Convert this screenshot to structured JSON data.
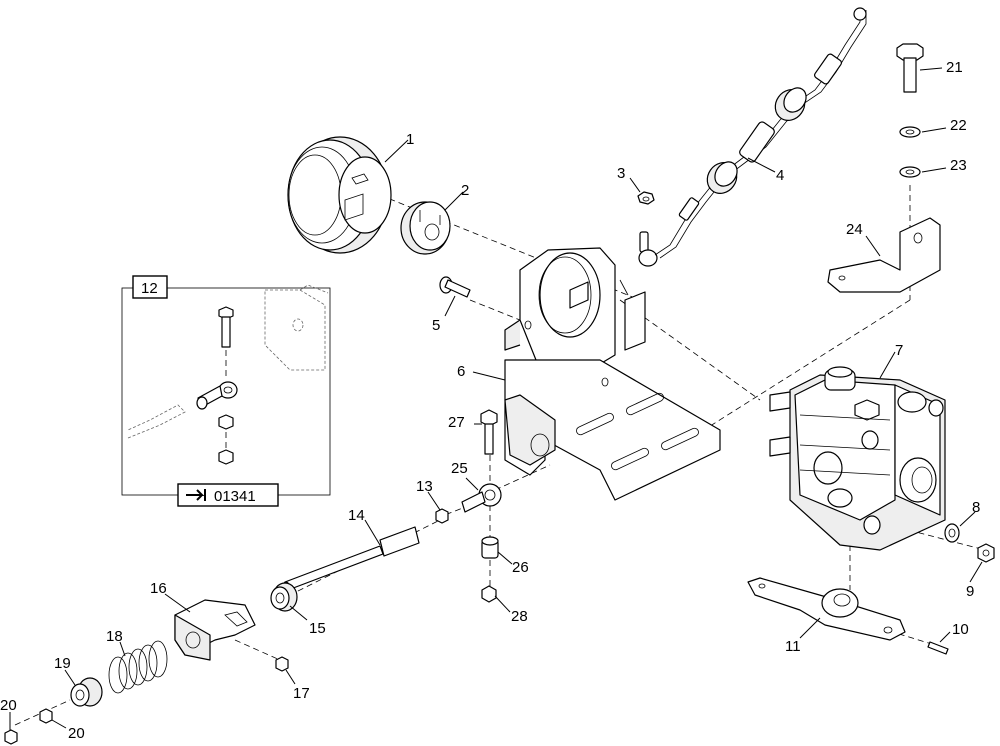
{
  "callouts": {
    "c1": "1",
    "c2": "2",
    "c3": "3",
    "c4": "4",
    "c5": "5",
    "c6": "6",
    "c7": "7",
    "c8": "8",
    "c9": "9",
    "c10": "10",
    "c11": "11",
    "c13": "13",
    "c14": "14",
    "c15": "15",
    "c16": "16",
    "c17": "17",
    "c18": "18",
    "c19": "19",
    "c20a": "20",
    "c20b": "20",
    "c21": "21",
    "c22": "22",
    "c23": "23",
    "c24": "24",
    "c25": "25",
    "c26": "26",
    "c27": "27",
    "c28": "28"
  },
  "detail_box": {
    "label": "12",
    "reference": "01341"
  }
}
